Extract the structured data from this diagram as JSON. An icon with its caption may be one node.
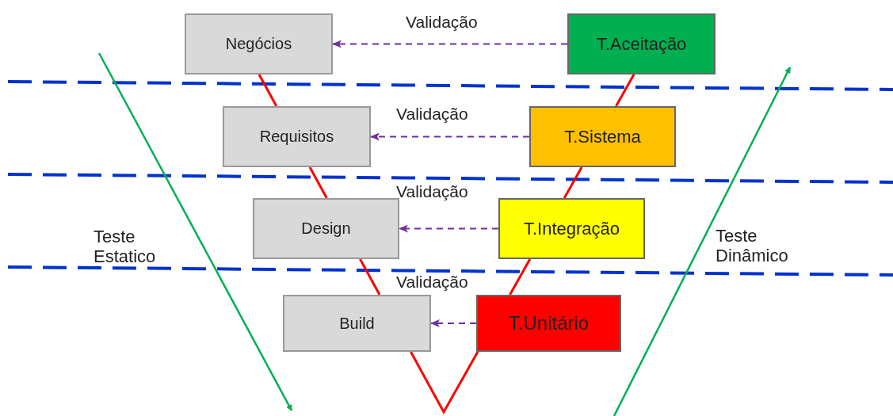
{
  "diagram": {
    "nodes": [
      {
        "text": [
          "Negócios"
        ]
      },
      {
        "text": [
          "Requisitos"
        ]
      },
      {
        "text": [
          "Design"
        ]
      },
      {
        "text": [
          "Build"
        ]
      },
      {
        "text": [
          "T.Aceitação"
        ]
      },
      {
        "text": [
          "T.Sistema"
        ]
      },
      {
        "text": [
          "T.Integração"
        ]
      },
      {
        "text": [
          "T.Unitário"
        ]
      }
    ],
    "edges": [
      {
        "from": 0,
        "to": 1,
        "arrow": "none"
      },
      {
        "from": 1,
        "to": 2,
        "arrow": "none"
      },
      {
        "from": 2,
        "to": 3,
        "arrow": "none"
      },
      {
        "from": 3,
        "to": 7,
        "arrow": "none"
      },
      {
        "from": 7,
        "to": 6,
        "arrow": "none"
      },
      {
        "from": 6,
        "to": 5,
        "arrow": "none"
      },
      {
        "from": 5,
        "to": 4,
        "arrow": "none"
      },
      {
        "from": 4,
        "to": 0,
        "arrow": "to",
        "label": "Validação",
        "style": "dashed",
        "color": "#7030a0"
      },
      {
        "from": 5,
        "to": 1,
        "arrow": "to",
        "label": "Validação",
        "style": "dashed",
        "color": "#7030a0"
      },
      {
        "from": 6,
        "to": 2,
        "arrow": "to",
        "label": "Validação",
        "style": "dashed",
        "color": "#7030a0"
      },
      {
        "from": 7,
        "to": 3,
        "arrow": "to",
        "label": "Validação",
        "style": "dashed",
        "color": "#7030a0"
      }
    ],
    "labels": [
      "Teste Estatico",
      "Teste Dinâmico"
    ]
  }
}
